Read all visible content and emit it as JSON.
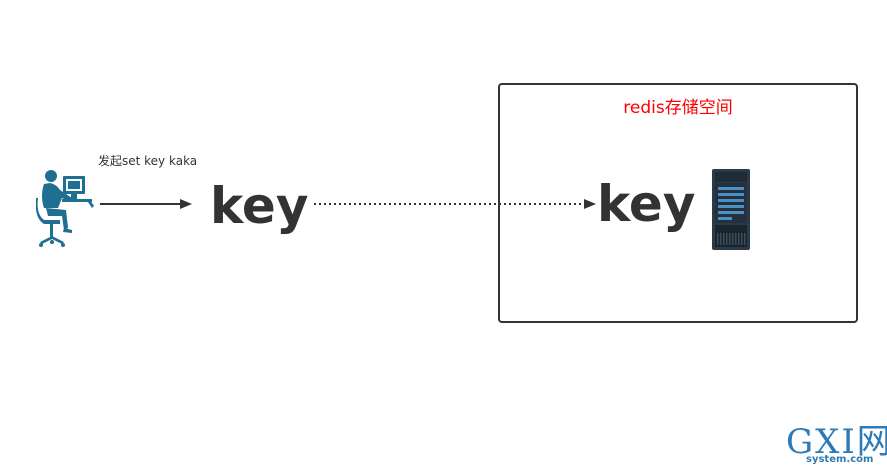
{
  "diagram": {
    "caption": "发起set key kaka",
    "key_left": "key",
    "key_right": "key",
    "storage_title": "redis存储空间"
  },
  "watermark": {
    "brand": "GXI网",
    "domain": "system.com"
  },
  "colors": {
    "text": "#333333",
    "storage_title": "#ff0000",
    "icon": "#1f6f93",
    "server": "#2b3a47",
    "watermark": "#2c7bb6"
  },
  "icons": [
    "user-at-computer-icon",
    "server-icon"
  ]
}
